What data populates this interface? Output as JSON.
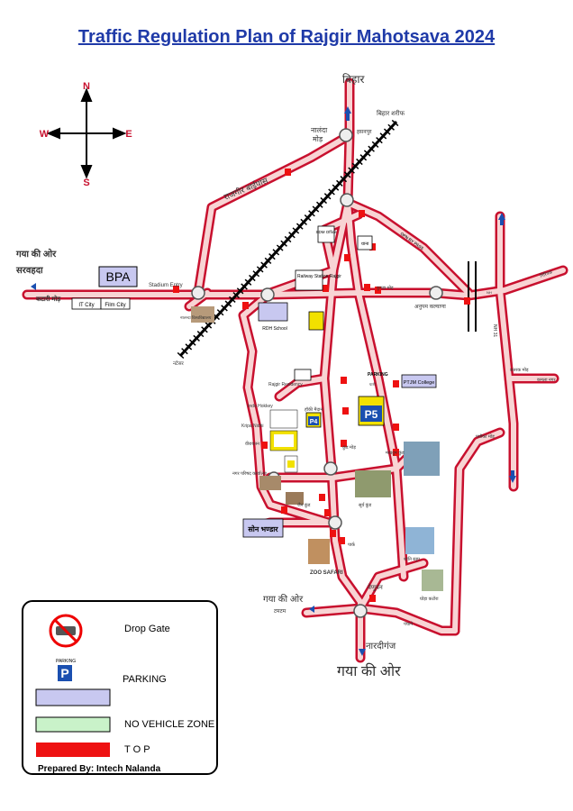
{
  "title": "Traffic Regulation Plan of Rajgir Mahotsava 2024",
  "compass": {
    "n": "N",
    "s": "S",
    "e": "E",
    "w": "W"
  },
  "colors": {
    "road_fill": "#f8d4d4",
    "road_edge": "#c8102e",
    "top_red": "#ee1111",
    "parking_blue": "#1a4fb0",
    "zone_green": "#c9f2c9",
    "box_lavender": "#c8c8f0",
    "title_blue": "#1f3aa8",
    "p_yellow": "#f2e100"
  },
  "labels": {
    "bihar": "बिहार",
    "bihar_sharif": "बिहार शरीफ",
    "nalanda_mor": "नालंदा",
    "mor": "मोड़",
    "hasnapur": "हसनपुर",
    "rajgir_bypass": "राजगीर बाईपास",
    "gaya_ki_or": "गया की ओर",
    "sarwahada": "सरवहदा",
    "katari_mor": "कटारी मोड़",
    "bpa": "BPA",
    "stadium_entry": "Stadium Entry",
    "it_city": "IT City",
    "film_city": "Film City",
    "nalanda_vv": "नालन्दा विश्वविद्यालय",
    "railway_station": "Railway Station Rajgir",
    "sdm_office": "SDM Office",
    "thana": "थाना",
    "opn_by_pass": "OPN BY PASS",
    "rdh_school": "RDH School",
    "kunda_mor": "कुण्डा मोड़",
    "anupam_kalyana": "अनुपम कल्याणा",
    "nh": "NH",
    "nh31": "NH 31",
    "chhatrak_mor": "छतरक मोड़",
    "kamla_nagar": "कमला नगर",
    "natesar": "नटेसर",
    "yatri_niwas": "यात्री",
    "parking": "PARKING",
    "pt_jm_college": "PTJM College",
    "pawapuri": "पावापुरी",
    "rajgir_residency": "Rajgir Residency",
    "indo_hokkey": "Indo Hokkey",
    "kripa_nidhi": "Kripa Nidhi",
    "virayatan": "वीरायतन",
    "p5": "P5",
    "p4": "P4",
    "hmt": "हॉकी मैदान",
    "kund_mor": "कुंड मोड़",
    "makhdum_kund": "मखदुम कुंड",
    "nagar_parishad": "नगर परिषद कार्यालय",
    "surya_kund": "सूर्य कुंड",
    "jain_kund": "जैन कुंड",
    "son_bhandar": "सोन भण्डार",
    "zoo_safari": "ZOO SAFARI",
    "park": "पार्क",
    "shanti_stupa": "शांति स्तूप",
    "venuvan": "वेणुवन",
    "ghora_katora": "घोड़ा कटोरा",
    "tamtam": "टमटम",
    "panchane": "पंचाने",
    "naradiganj": "नारदीगंज",
    "gaya_ki_or_bottom": "गया की ओर",
    "pachoka_mor": "पचौका मोड़",
    "giriyak": "गिरियक"
  },
  "legend": {
    "drop_gate": "Drop Gate",
    "parking_small": "PARKING",
    "parking": "PARKING",
    "no_vehicle_zone": "NO VEHICLE ZONE",
    "top": "T O P",
    "credit": "Prepared By: Intech Nalanda"
  }
}
